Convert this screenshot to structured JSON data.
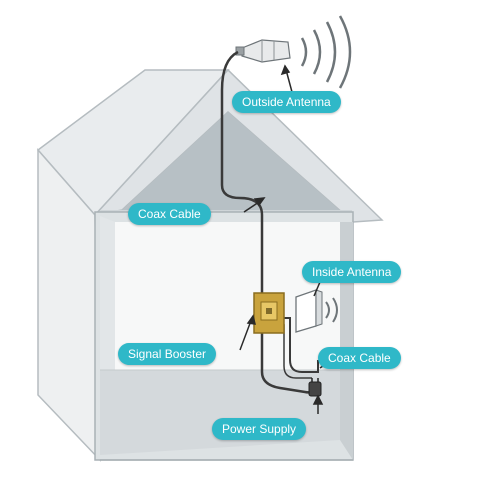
{
  "labels": {
    "outside_antenna": "Outside Antenna",
    "coax_cable_top": "Coax Cable",
    "inside_antenna": "Inside Antenna",
    "signal_booster": "Signal Booster",
    "coax_cable_bottom": "Coax Cable",
    "power_supply": "Power Supply"
  },
  "colors": {
    "pill": "#2fb8c8",
    "pill_text": "#ffffff",
    "booster": "#c9a33d",
    "cable": "#3a3a3a",
    "house_outline": "#9aa3a8"
  }
}
